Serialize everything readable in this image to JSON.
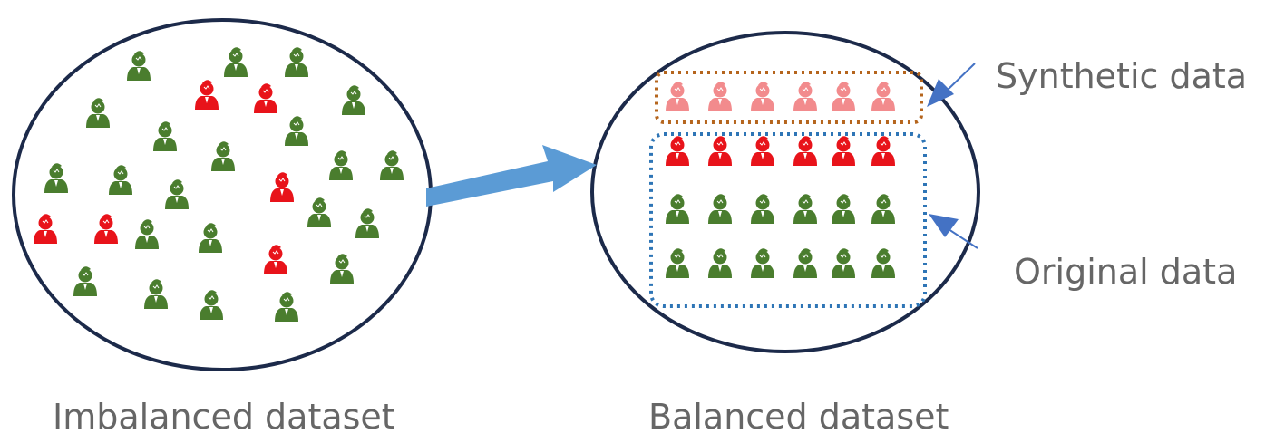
{
  "labels": {
    "imbalanced": "Imbalanced dataset",
    "balanced": "Balanced dataset",
    "synthetic": "Synthetic data",
    "original": "Original data"
  },
  "colors": {
    "majority": "#4a7d2e",
    "minority": "#e8131a",
    "synthetic": "#f28b8d",
    "circle_stroke": "#1c2a4a",
    "main_arrow": "#5b9bd5",
    "pointer_arrow": "#4472c4",
    "synthetic_box": "#b5651d",
    "original_box": "#2e75b6"
  },
  "icons": {
    "person": "person-icon"
  }
}
